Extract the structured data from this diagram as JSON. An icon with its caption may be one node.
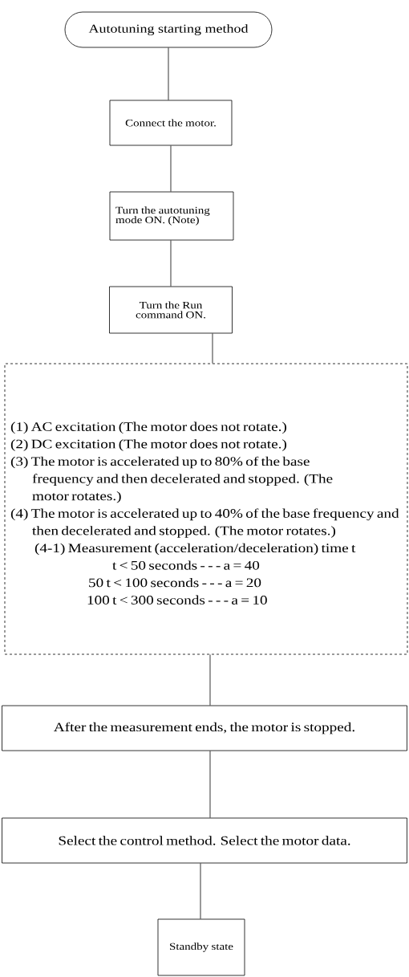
{
  "diagram": {
    "nodes": [
      {
        "text": [
          "Autotuning starting method"
        ]
      },
      {
        "text": [
          "Connect the motor."
        ]
      },
      {
        "text": [
          "Turn the autotuning mode ON. (Note)"
        ]
      },
      {
        "text": [
          "Turn the Run command ON."
        ]
      },
      {
        "text": [
          "(1) AC excitation (The motor does not rotate.)",
          "(2) DC excitation (The motor does not rotate.)",
          "(3) The motor is accelerated up to 80% of the base frequency and then decelerated and stopped. (The motor rotates.)",
          "(4) The motor is accelerated up to 40% of the base frequency and then decelerated and stopped. (The motor rotates.)",
          "(4-1) Measurement (acceleration/deceleration) time t",
          "t < 50 seconds - - - a = 40",
          "50 t < 100 seconds - - - a = 20",
          "100 t < 300 seconds - - - a = 10"
        ]
      },
      {
        "text": [
          "After the measurement ends, the motor is stopped."
        ]
      },
      {
        "text": [
          "Select the control method. Select the motor data."
        ]
      },
      {
        "text": [
          "Standby state"
        ]
      }
    ],
    "edges": [
      {
        "from": 0,
        "to": 1,
        "arrow": "none"
      },
      {
        "from": 1,
        "to": 2,
        "arrow": "none"
      },
      {
        "from": 2,
        "to": 3,
        "arrow": "none"
      },
      {
        "from": 3,
        "to": 4,
        "arrow": "none"
      },
      {
        "from": 4,
        "to": 5,
        "arrow": "none"
      },
      {
        "from": 5,
        "to": 6,
        "arrow": "none"
      },
      {
        "from": 6,
        "to": 7,
        "arrow": "none"
      }
    ]
  }
}
